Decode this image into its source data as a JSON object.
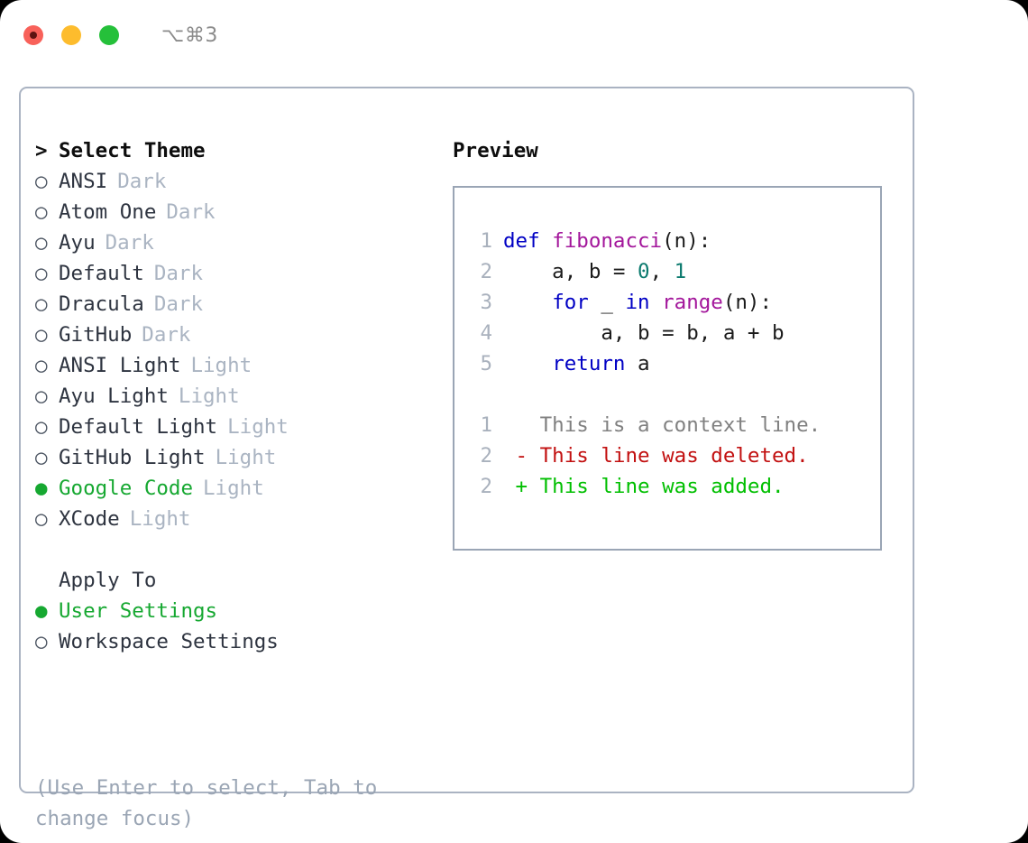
{
  "window": {
    "shortcut": "⌥⌘3",
    "traffic_lights": [
      {
        "name": "close-button",
        "color": "#f8615a"
      },
      {
        "name": "minimize-button",
        "color": "#fdbc2d"
      },
      {
        "name": "maximize-button",
        "color": "#25c03a"
      }
    ]
  },
  "theme_picker": {
    "header_marker": ">",
    "header": "Select Theme",
    "marker_unselected": "○",
    "marker_selected": "●",
    "items": [
      {
        "name": "ANSI",
        "variant": "Dark",
        "selected": false
      },
      {
        "name": "Atom One",
        "variant": "Dark",
        "selected": false
      },
      {
        "name": "Ayu",
        "variant": "Dark",
        "selected": false
      },
      {
        "name": "Default",
        "variant": "Dark",
        "selected": false
      },
      {
        "name": "Dracula",
        "variant": "Dark",
        "selected": false
      },
      {
        "name": "GitHub",
        "variant": "Dark",
        "selected": false
      },
      {
        "name": "ANSI Light",
        "variant": "Light",
        "selected": false
      },
      {
        "name": "Ayu Light",
        "variant": "Light",
        "selected": false
      },
      {
        "name": "Default Light",
        "variant": "Light",
        "selected": false
      },
      {
        "name": "GitHub Light",
        "variant": "Light",
        "selected": false
      },
      {
        "name": "Google Code",
        "variant": "Light",
        "selected": true
      },
      {
        "name": "XCode",
        "variant": "Light",
        "selected": false
      }
    ]
  },
  "apply_to": {
    "header": "Apply To",
    "items": [
      {
        "name": "User Settings",
        "selected": true
      },
      {
        "name": "Workspace Settings",
        "selected": false
      }
    ]
  },
  "hint": "(Use Enter to select, Tab to change focus)",
  "preview": {
    "title": "Preview",
    "code_lines": [
      {
        "num": "1",
        "tokens": [
          {
            "t": "def",
            "c": "kw"
          },
          {
            "t": " ",
            "c": "plain"
          },
          {
            "t": "fibonacci",
            "c": "fn"
          },
          {
            "t": "(n):",
            "c": "plain"
          }
        ]
      },
      {
        "num": "2",
        "tokens": [
          {
            "t": "    a, b = ",
            "c": "plain"
          },
          {
            "t": "0",
            "c": "num"
          },
          {
            "t": ", ",
            "c": "plain"
          },
          {
            "t": "1",
            "c": "num"
          }
        ]
      },
      {
        "num": "3",
        "tokens": [
          {
            "t": "    ",
            "c": "plain"
          },
          {
            "t": "for",
            "c": "kw"
          },
          {
            "t": " _ ",
            "c": "plain"
          },
          {
            "t": "in",
            "c": "kw"
          },
          {
            "t": " ",
            "c": "plain"
          },
          {
            "t": "range",
            "c": "fn"
          },
          {
            "t": "(n):",
            "c": "plain"
          }
        ]
      },
      {
        "num": "4",
        "tokens": [
          {
            "t": "        a, b = b, a + b",
            "c": "plain"
          }
        ]
      },
      {
        "num": "5",
        "tokens": [
          {
            "t": "    ",
            "c": "plain"
          },
          {
            "t": "return",
            "c": "kw"
          },
          {
            "t": " a",
            "c": "plain"
          }
        ]
      }
    ],
    "diff_lines": [
      {
        "num": "1",
        "sign": " ",
        "text": " This is a context line.",
        "kind": "d-ctx"
      },
      {
        "num": "2",
        "sign": "-",
        "text": " This line was deleted.",
        "kind": "d-del"
      },
      {
        "num": "2",
        "sign": "+",
        "text": " This line was added.",
        "kind": "d-add"
      }
    ]
  },
  "colors": {
    "accent_green": "#16a831",
    "keyword_blue": "#0000c4",
    "function_magenta": "#a3169b",
    "number_teal": "#0b7a6e",
    "diff_deleted": "#c21010",
    "diff_added": "#00bf00",
    "border": "#aab3c2"
  }
}
